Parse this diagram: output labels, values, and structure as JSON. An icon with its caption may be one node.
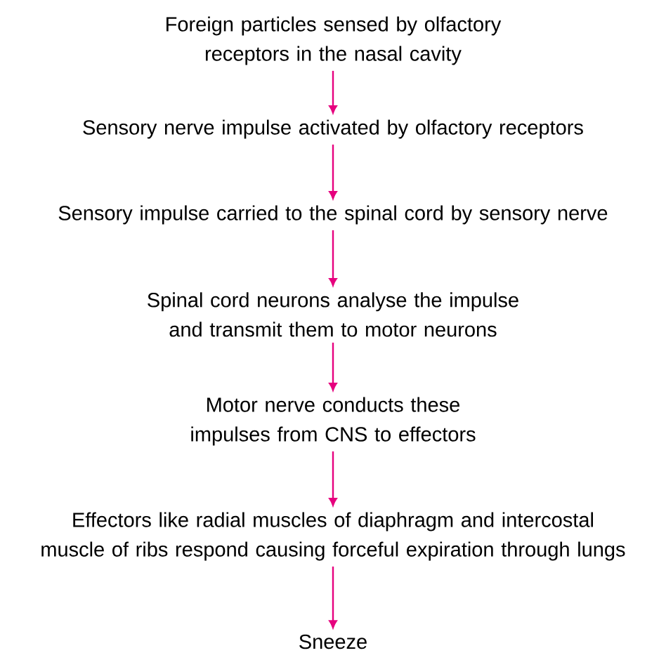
{
  "diagram": {
    "nodes": [
      {
        "text": [
          "Foreign particles sensed by olfactory receptors in the nasal cavity"
        ]
      },
      {
        "text": [
          "Sensory nerve impulse activated by olfactory receptors"
        ]
      },
      {
        "text": [
          "Sensory impulse carried to the spinal cord by sensory nerve"
        ]
      },
      {
        "text": [
          "Spinal cord neurons analyse the impulse and transmit them to motor neurons"
        ]
      },
      {
        "text": [
          "Motor nerve conducts these impulses from CNS to effectors"
        ]
      },
      {
        "text": [
          "Effectors like radial muscles of diaphragm and intercostal muscle of ribs respond causing forceful expiration through lungs"
        ]
      },
      {
        "text": [
          "Sneeze"
        ]
      }
    ],
    "edges": [
      {
        "from": 0,
        "to": 1,
        "arrow": "to"
      },
      {
        "from": 1,
        "to": 2,
        "arrow": "to"
      },
      {
        "from": 2,
        "to": 3,
        "arrow": "to"
      },
      {
        "from": 3,
        "to": 4,
        "arrow": "to"
      },
      {
        "from": 4,
        "to": 5,
        "arrow": "to"
      },
      {
        "from": 5,
        "to": 6,
        "arrow": "to"
      }
    ]
  }
}
